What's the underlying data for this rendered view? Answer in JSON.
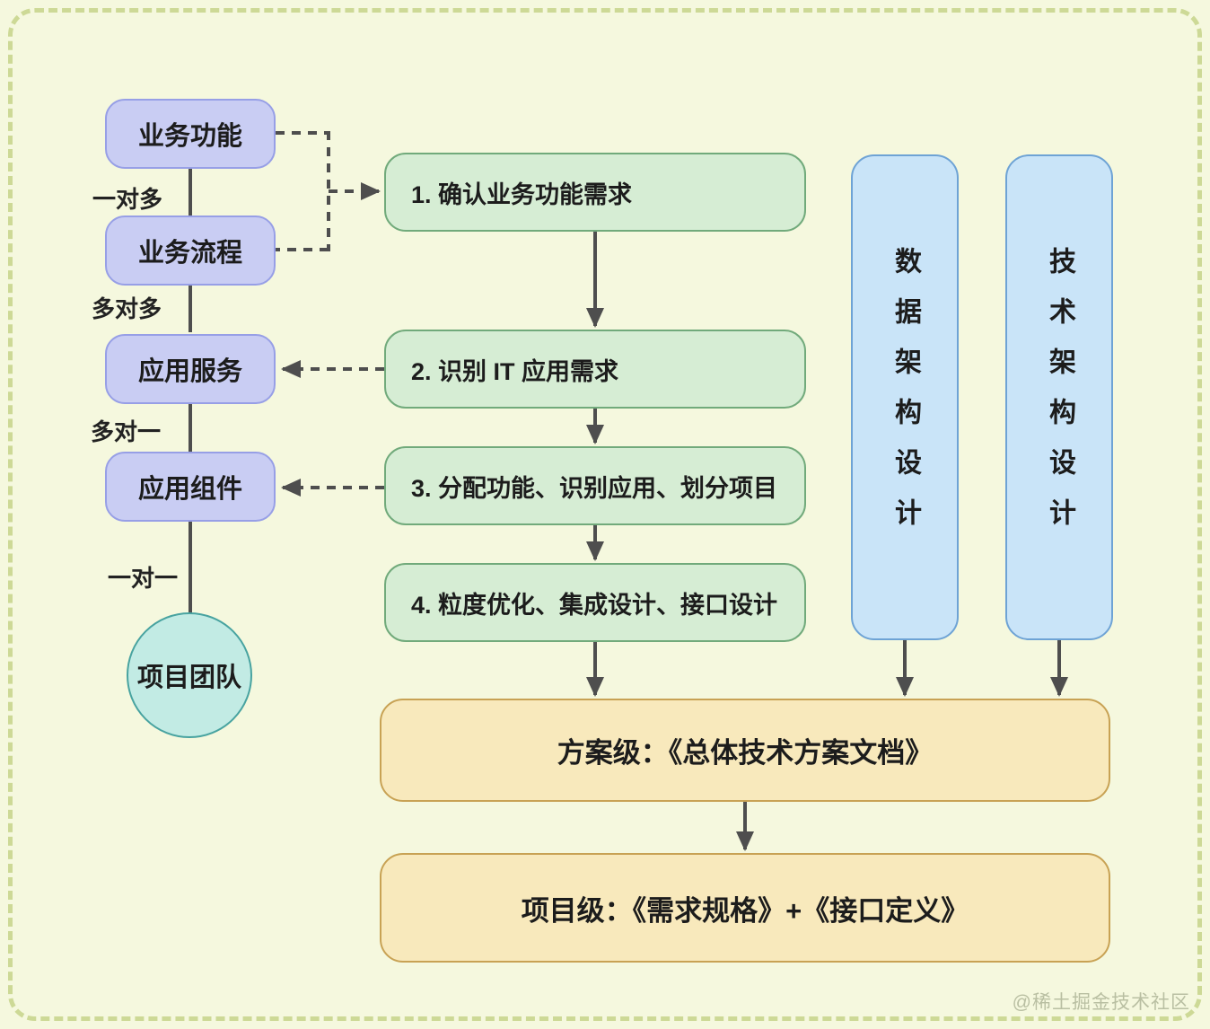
{
  "left_chain": {
    "nodes": [
      "业务功能",
      "业务流程",
      "应用服务",
      "应用组件"
    ],
    "edge_labels": [
      "一对多",
      "多对多",
      "多对一",
      "一对一"
    ],
    "team": "项目团队"
  },
  "process": {
    "steps": [
      "1. 确认业务功能需求",
      "2. 识别 IT 应用需求",
      "3. 分配功能、识别应用、划分项目",
      "4. 粒度优化、集成设计、接口设计"
    ]
  },
  "pillars": [
    "数据架构设计",
    "技术架构设计"
  ],
  "outputs": [
    "方案级：《总体技术方案文档》",
    "项目级：《需求规格》+《接口定义》"
  ],
  "watermark": "@稀土掘金技术社区",
  "colors": {
    "background": "#f5f8de",
    "frame_dash": "#cdd996",
    "purple_fill": "#c9cdf3",
    "purple_border": "#979fe6",
    "green_fill": "#d6edd4",
    "green_border": "#71aa7b",
    "blue_fill": "#c9e4f8",
    "blue_border": "#6ea3d5",
    "teal_fill": "#c2ebe4",
    "teal_border": "#48a3a0",
    "orange_fill": "#f8e9bc",
    "orange_border": "#c8a254",
    "connector": "#4e4e4e",
    "text": "#1c1c1c",
    "watermark": "#b9bfa2"
  }
}
